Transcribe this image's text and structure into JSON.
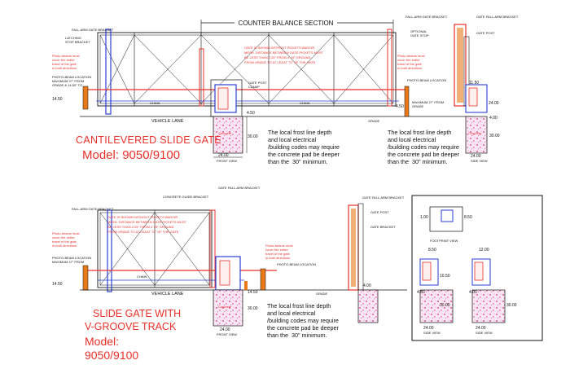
{
  "section_label": "COUNTER BALANCE SECTION",
  "gate1": {
    "title": "CANTILEVERED SLIDE GATE",
    "model": "Model:  9050/9100",
    "note": "The local frost line depth\nand local electrical\n/building codes may require\nthe concrete pad be deeper\nthan the  30\" minimum.",
    "note_right": "The local frost line depth\nand local electrical\n/building codes may require\nthe concrete pad be deeper\nthan the  30\" minimum.",
    "vehicle_lane": "VEHICLE LANE",
    "grade": "GRADE",
    "front_view": "FRONT VIEW",
    "side_view": "SIDE VIEW",
    "dims": {
      "d24": "24.00",
      "d30": "30.00",
      "d1450": "14.50",
      "d450": "4.50",
      "d1150": "11.50",
      "d400": "4.00"
    }
  },
  "gate2": {
    "title": "SLIDE GATE WITH",
    "title2": "V-GROOVE TRACK",
    "model": "Model:",
    "model_num": "9050/9100",
    "note": "The local frost line depth\nand local electrical\n/building codes may require\nthe concrete pad be deeper\nthan the  30\" minimum.",
    "vehicle_lane": "VEHICLE LANE",
    "grade": "GRADE",
    "front_view": "FRONT VIEW",
    "dims": {
      "d24": "24.00",
      "d30": "30.00",
      "d1450": "14.50",
      "d400": "4.00"
    }
  },
  "detail": {
    "footprint_label": "FOOTPRINT VIEW",
    "side_view": "SIDE VIEW",
    "dims": {
      "d100": "1.00",
      "d850": "8.50",
      "d1200": "12.00",
      "d450": "4.50",
      "d3000": "30.00",
      "d2400": "24.00",
      "d1050": "10.50",
      "d400": "4.00"
    }
  },
  "colors": {
    "red": "#e8302a",
    "orange": "#e87a1a",
    "blue": "#2a3fd8",
    "pink": "#d0208a"
  }
}
